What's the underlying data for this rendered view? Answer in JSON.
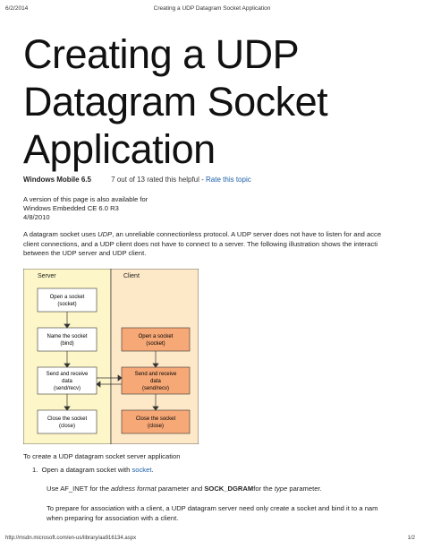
{
  "header": {
    "date": "6/2/2014",
    "title": "Creating a UDP Datagram Socket Application"
  },
  "doc": {
    "title_lines": [
      "Creating a UDP",
      "Datagram Socket",
      "Application"
    ],
    "product": "Windows Mobile 6.5",
    "rating": "7 out of 13 rated this helpful -",
    "rate_link": "Rate this topic",
    "also_available": "A version of this page is also available for",
    "ce_link": "Windows Embedded CE 6.0 R3",
    "date": "4/8/2010",
    "intro": [
      "A datagram socket uses UDP, an unreliable connectionless protocol. A UDP server does not have to listen for and acce",
      "client connections, and a UDP client does not have to connect to a server. The following illustration shows the interacti",
      "between the UDP server and UDP client."
    ],
    "procedure_heading": "To create a UDP datagram socket server application",
    "step1_prefix": "Open a datagram socket with",
    "step1_link": "socket",
    "step1_suffix": ".",
    "use_af": "Use AF_INET for the",
    "use_af_em1": "address format",
    "use_af_mid": "parameter and",
    "use_af_strong": "SOCK_DGRAM",
    "use_af_mid2": "for the",
    "use_af_em2": "type",
    "use_af_end": "parameter.",
    "prepare_lines": [
      "To prepare for association with a client, a UDP datagram server need only create a socket and bind it to a nam",
      "when preparing for association with a client."
    ]
  },
  "diagram": {
    "server_label": "Server",
    "client_label": "Client",
    "server_boxes": [
      [
        "Open a socket",
        "(socket)"
      ],
      [
        "Name the socket",
        "(bind)"
      ],
      [
        "Send and receive",
        "data",
        "(send/recv)"
      ],
      [
        "Close the socket",
        "(close)"
      ]
    ],
    "client_boxes": [
      [
        "Open a socket",
        "(socket)"
      ],
      [
        "Send and receive",
        "data",
        "(send/recv)"
      ],
      [
        "Close the socket",
        "(close)"
      ]
    ],
    "colors": {
      "server_bg": "#fdf6c8",
      "client_bg": "#fde8c8",
      "server_box": "#ffffff",
      "client_box": "#f6a877",
      "border": "#333333"
    }
  },
  "footer": {
    "url": "http://msdn.microsoft.com/en-us/library/aa916134.aspx",
    "page": "1/2"
  }
}
